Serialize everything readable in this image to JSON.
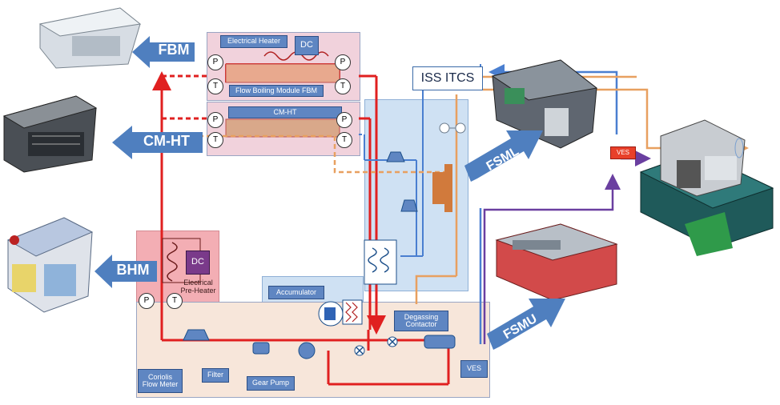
{
  "arrows": {
    "fbm": "FBM",
    "cmht": "CM-HT",
    "bhm": "BHM",
    "fsml": "FSML",
    "fsmu": "FSMU"
  },
  "modules": {
    "electrical_heater": "Electrical Heater",
    "dc_top": "DC",
    "flow_boiling_module": "Flow Boiling Module FBM",
    "cm_ht": "CM-HT",
    "dc_preheater": "DC",
    "pre_heater": "Electrical\nPre-Heater",
    "accumulator": "Accumulator",
    "degassing_contactor": "Degassing\nContactor",
    "coriolis": "Coriolis\nFlow Meter",
    "filter": "Filter",
    "gear_pump": "Gear Pump",
    "ves_bottom": "VES",
    "ves_right": "VES",
    "iss_itcs": "ISS ITCS"
  },
  "sensors": {
    "p": "P",
    "t": "T"
  },
  "colors": {
    "hot_loop": "#e02020",
    "cold_loop": "#4a7fd0",
    "itcs_loop": "#e8a060",
    "purple_loop": "#6a3fa0",
    "arrow_fill": "#4f7fbf",
    "pink_panel": "#f6c9cf",
    "blue_panel": "#cfe1f3",
    "tan_panel": "#f7e6da"
  }
}
